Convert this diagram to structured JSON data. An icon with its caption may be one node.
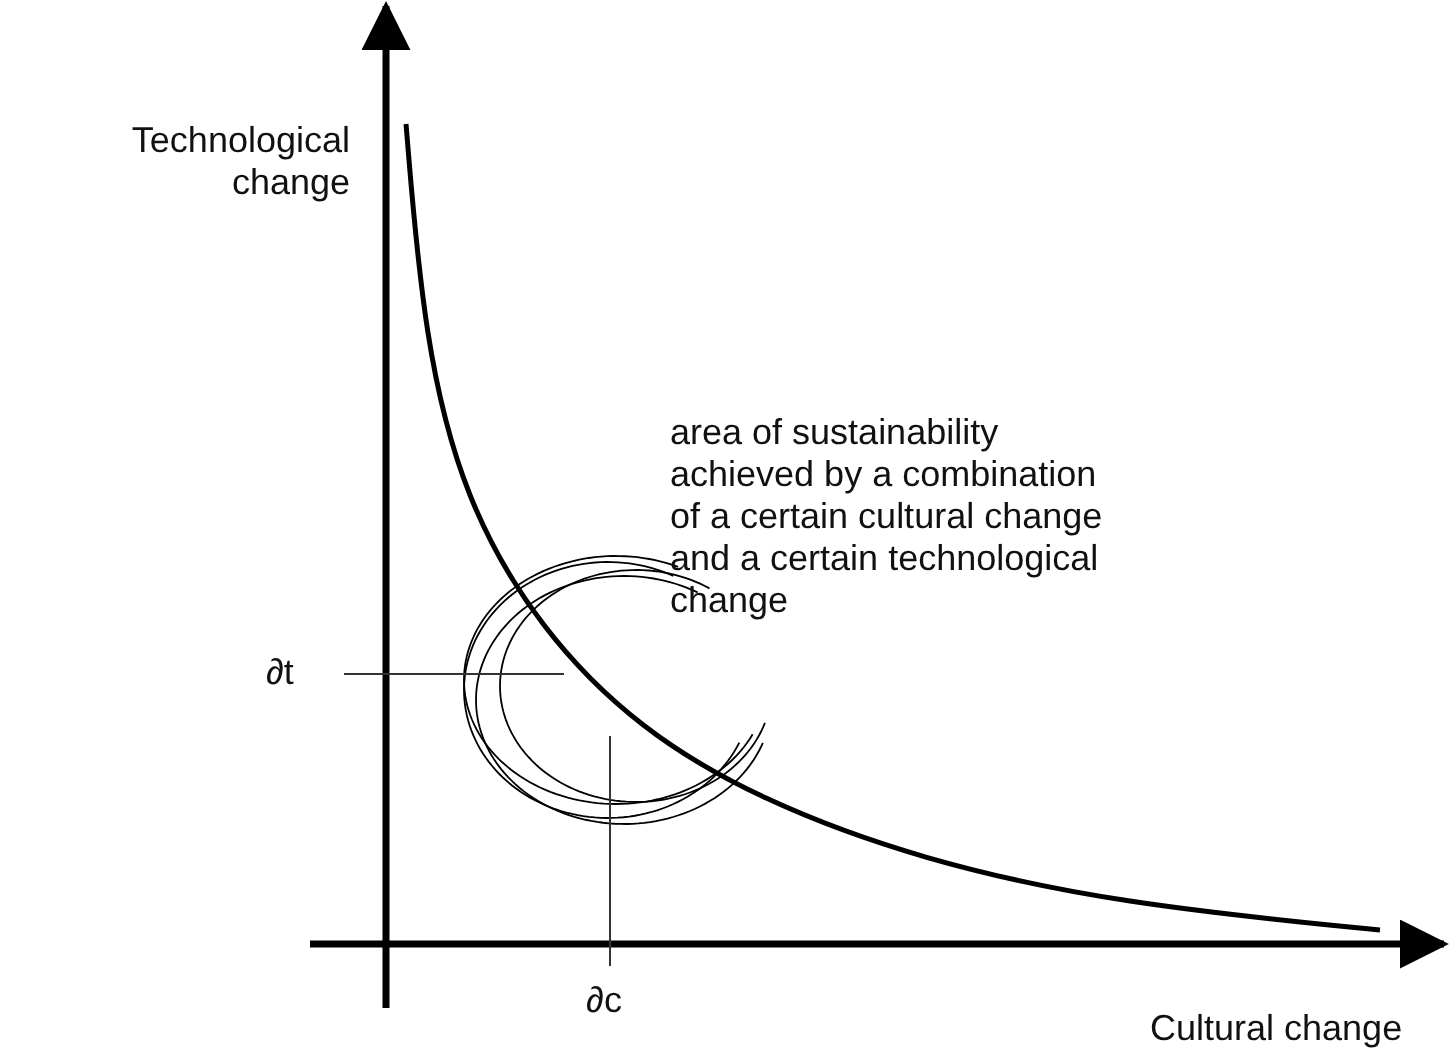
{
  "diagram": {
    "labels": [
      "Technological change",
      "area of sustainability achieved by a combination of a certain cultural change and a certain technological change",
      "∂t",
      "∂c",
      "Cultural change"
    ]
  }
}
